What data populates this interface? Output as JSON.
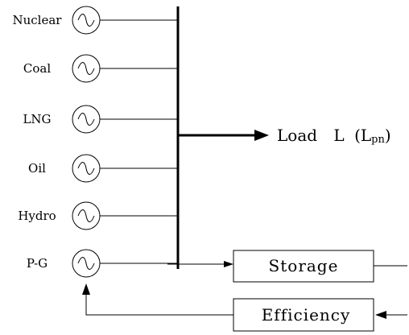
{
  "generators": [
    {
      "label": "Nuclear"
    },
    {
      "label": "Coal"
    },
    {
      "label": "LNG"
    },
    {
      "label": "Oil"
    },
    {
      "label": "Hydro"
    },
    {
      "label": "P-G"
    }
  ],
  "load": {
    "word": "Load",
    "symbol": "L",
    "paren_open": "(L",
    "subscript": "pn",
    "paren_close": ")"
  },
  "boxes": {
    "storage": "Storage",
    "efficiency": "Efficiency"
  },
  "icons": {
    "generator": "ac-source-sine-icon",
    "arrow": "arrowhead-icon"
  },
  "colors": {
    "stroke": "#000000",
    "background": "#ffffff"
  }
}
